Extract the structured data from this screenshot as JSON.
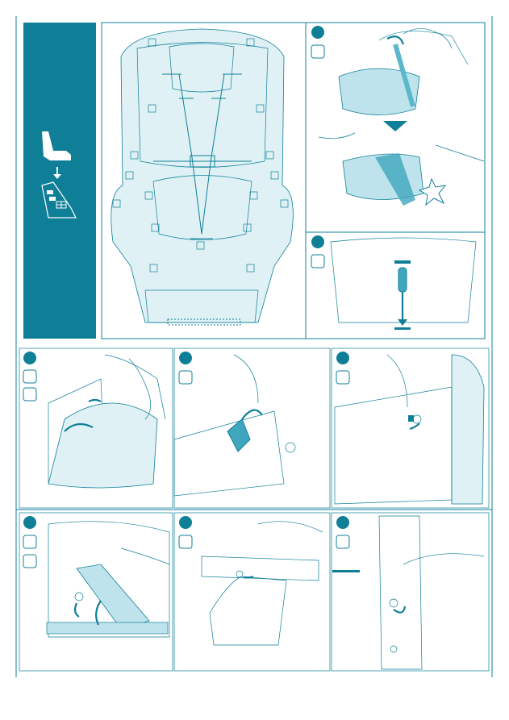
{
  "page": {
    "background": "#ffffff",
    "accent": "#0f7f98",
    "pale": "#dff1f5"
  },
  "sidebar": {
    "color": "#0f7f98",
    "icons": [
      "seat-side-icon",
      "down-arrow-icon",
      "booster-cushion-icon"
    ]
  },
  "panels": [
    {
      "name": "overview-diagram"
    },
    {
      "name": "step-1a"
    },
    {
      "name": "step-1b"
    },
    {
      "name": "step-2"
    },
    {
      "name": "step-3"
    },
    {
      "name": "step-4"
    },
    {
      "name": "step-5"
    },
    {
      "name": "step-6"
    },
    {
      "name": "step-7"
    },
    {
      "name": "step-8"
    }
  ]
}
